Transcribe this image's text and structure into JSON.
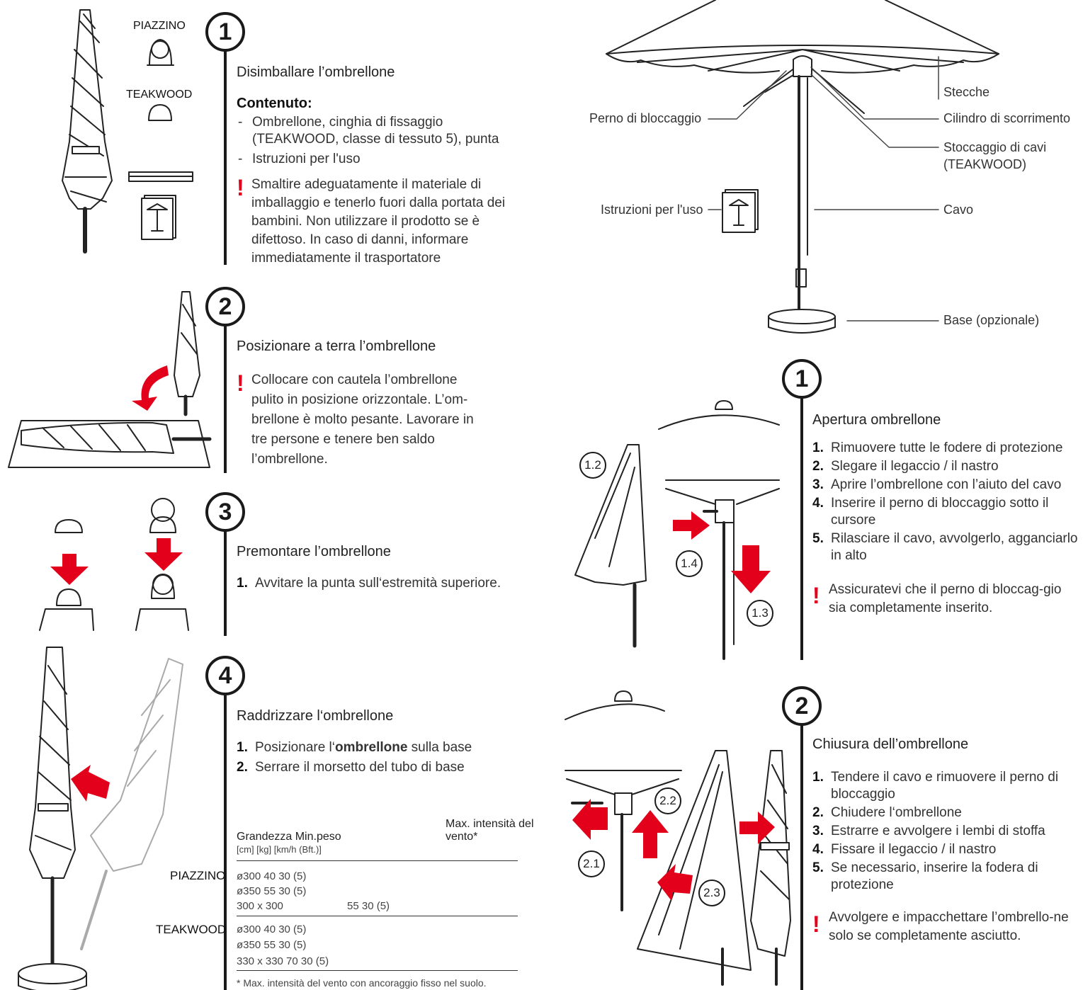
{
  "left": {
    "step1": {
      "num": "1",
      "title": "Disimballare l’ombrellone",
      "contents_heading": "Contenuto:",
      "items": [
        "Ombrellone, cinghia di fissaggio (TEAKWOOD, classe di tessuto 5), punta",
        "Istruzioni per l'uso"
      ],
      "warning_mark": "!",
      "warning": "Smaltire adeguatamente il materiale di imballaggio e tenerlo fuori dalla portata dei bambini. Non utilizzare il prodotto se è difettoso. In caso di danni, informare immediatamente il trasportatore",
      "label_piazzino": "PIAZZINO",
      "label_teakwood": "TEAKWOOD"
    },
    "step2": {
      "num": "2",
      "title": "Posizionare a terra l’ombrellone",
      "warning_mark": "!",
      "warning": "Collocare con cautela l’ombrellone pulito in posizione orizzontale. L’om-brellone è molto pesante. Lavorare in tre persone e tenere ben saldo l’ombrellone."
    },
    "step3": {
      "num": "3",
      "title": "Premontare l’ombrellone",
      "steps": [
        {
          "n": "1.",
          "t": "Avvitare la punta sull‘estremità superiore."
        }
      ]
    },
    "step4": {
      "num": "4",
      "title": "Raddrizzare l‘ombrellone",
      "steps": [
        {
          "n": "1.",
          "pre": "Posizionare l‘",
          "bold": "ombrellone",
          "post": " sulla base"
        },
        {
          "n": "2.",
          "pre": "Serrare il morsetto del tubo di base",
          "bold": "",
          "post": ""
        }
      ],
      "table": {
        "head_left": "Grandezza Min.peso",
        "head_right": "Max. intensità del vento*",
        "units": "[cm] [kg] [km/h (Bft.)]",
        "groups": [
          {
            "name": "PIAZZINO",
            "rows": [
              {
                "a": "ø300 40 30 (5)",
                "b": ""
              },
              {
                "a": "ø350 55 30 (5)",
                "b": ""
              },
              {
                "a": "300 x 300",
                "b": "55 30 (5)"
              }
            ]
          },
          {
            "name": "TEAKWOOD",
            "rows": [
              {
                "a": "ø300 40 30 (5)",
                "b": ""
              },
              {
                "a": "ø350 55 30 (5)",
                "b": ""
              },
              {
                "a": "330 x 330 70 30 (5)",
                "b": ""
              }
            ]
          }
        ],
        "footnote": "* Max. intensità del vento con ancoraggio fisso nel suolo."
      }
    }
  },
  "right": {
    "parts": {
      "stecche": "Stecche",
      "perno": "Perno di bloccaggio",
      "cilindro": "Cilindro di scorrimento",
      "stoccaggio": "Stoccaggio di cavi (TEAKWOOD)",
      "istruzioni": "Istruzioni per l'uso",
      "cavo": "Cavo",
      "base": "Base (opzionale)"
    },
    "open": {
      "num": "1",
      "title": "Apertura ombrellone",
      "steps": [
        {
          "n": "1.",
          "t": "Rimuovere tutte le fodere di protezione"
        },
        {
          "n": "2.",
          "t": "Slegare il legaccio / il nastro"
        },
        {
          "n": "3.",
          "t": "Aprire l’ombrellone con l’aiuto del cavo"
        },
        {
          "n": "4.",
          "t": "Inserire il perno di bloccaggio sotto il cursore"
        },
        {
          "n": "5.",
          "t": "Rilasciare il cavo, avvolgerlo, agganciarlo in alto"
        }
      ],
      "warning_mark": "!",
      "warning": "Assicuratevi che il perno di bloccag-gio sia completamente inserito.",
      "callouts": [
        "1.2",
        "1.4",
        "1.3"
      ]
    },
    "close": {
      "num": "2",
      "title": "Chiusura dell’ombrellone",
      "steps": [
        {
          "n": "1.",
          "t": "Tendere il cavo e rimuovere il perno di bloccaggio"
        },
        {
          "n": "2.",
          "t": "Chiudere l‘ombrellone"
        },
        {
          "n": "3.",
          "t": "Estrarre e avvolgere i lembi di stoffa"
        },
        {
          "n": "4.",
          "t": "Fissare il legaccio / il nastro"
        },
        {
          "n": "5.",
          "t": "Se necessario, inserire la fodera di protezione"
        }
      ],
      "warning_mark": "!",
      "warning": "Avvolgere e impacchettare l’ombrello-ne solo se completamente asciutto.",
      "callouts": [
        "2.2",
        "2.1",
        "2.3"
      ]
    }
  },
  "colors": {
    "accent": "#e3001b",
    "ink": "#1a1a1a"
  }
}
